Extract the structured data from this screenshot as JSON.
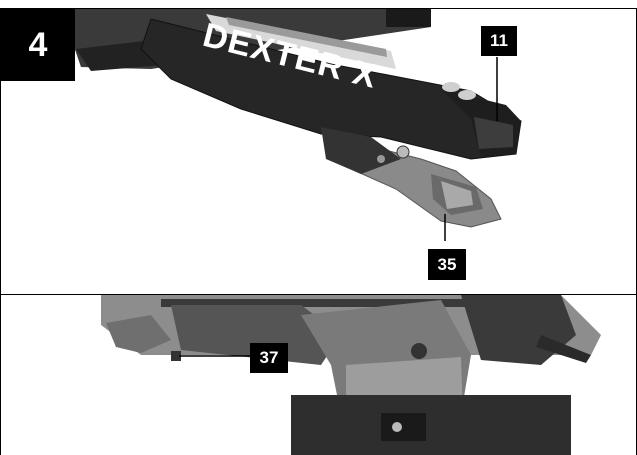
{
  "figure": {
    "number": "4",
    "brand_text": "DEXTER X",
    "callouts": [
      {
        "label": "11"
      },
      {
        "label": "35"
      },
      {
        "label": "37"
      }
    ]
  },
  "colors": {
    "frame": "#000000",
    "saw_dark": "#2b2b2b",
    "saw_mid": "#6e6e6e",
    "handle_grey": "#8a8a8a",
    "highlight": "#d0d0d0"
  }
}
